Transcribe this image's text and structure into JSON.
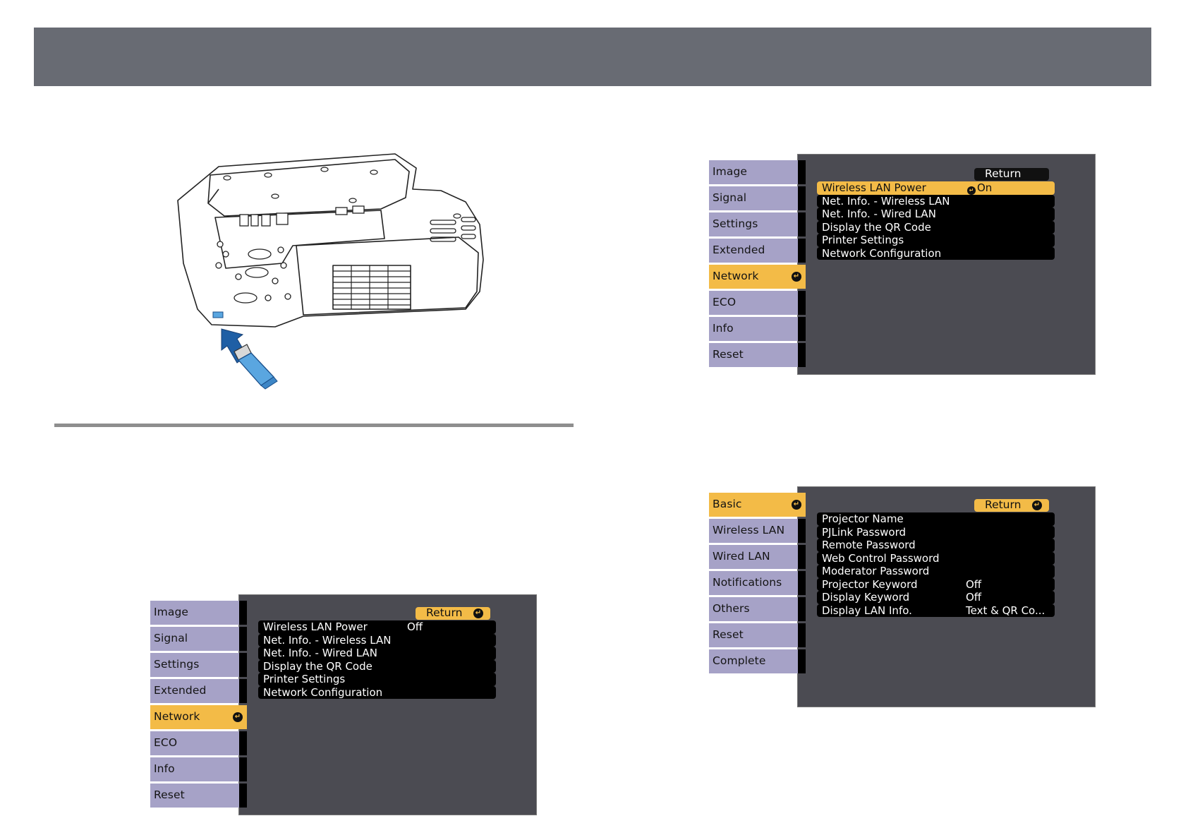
{
  "icons": {
    "enter": "↵"
  },
  "colors": {
    "header": "#686b73",
    "menu_bg": "#4b4b52",
    "tab": "#a6a2c7",
    "tab_active": "#f3bb47",
    "item_bg": "#000000"
  },
  "menus": {
    "network_on": {
      "return_label": "Return",
      "tabs": [
        "Image",
        "Signal",
        "Settings",
        "Extended",
        "Network",
        "ECO",
        "Info",
        "Reset"
      ],
      "active_tab": "Network",
      "items": [
        {
          "label": "Wireless LAN Power",
          "value": "On"
        },
        {
          "label": "Net. Info. - Wireless LAN",
          "value": ""
        },
        {
          "label": "Net. Info. - Wired LAN",
          "value": ""
        },
        {
          "label": "Display the QR Code",
          "value": ""
        },
        {
          "label": "Printer Settings",
          "value": ""
        },
        {
          "label": "Network Configuration",
          "value": ""
        }
      ]
    },
    "network_off": {
      "return_label": "Return",
      "tabs": [
        "Image",
        "Signal",
        "Settings",
        "Extended",
        "Network",
        "ECO",
        "Info",
        "Reset"
      ],
      "active_tab": "Network",
      "items": [
        {
          "label": "Wireless LAN Power",
          "value": "Off"
        },
        {
          "label": "Net. Info. - Wireless LAN",
          "value": ""
        },
        {
          "label": "Net. Info. - Wired LAN",
          "value": ""
        },
        {
          "label": "Display the QR Code",
          "value": ""
        },
        {
          "label": "Printer Settings",
          "value": ""
        },
        {
          "label": "Network Configuration",
          "value": ""
        }
      ]
    },
    "basic": {
      "return_label": "Return",
      "tabs": [
        "Basic",
        "Wireless LAN",
        "Wired LAN",
        "Notifications",
        "Others",
        "Reset",
        "Complete"
      ],
      "active_tab": "Basic",
      "items": [
        {
          "label": "Projector Name",
          "value": ""
        },
        {
          "label": "PJLink Password",
          "value": ""
        },
        {
          "label": "Remote Password",
          "value": ""
        },
        {
          "label": "Web Control Password",
          "value": ""
        },
        {
          "label": "Moderator Password",
          "value": ""
        },
        {
          "label": "Projector Keyword",
          "value": "Off"
        },
        {
          "label": "Display Keyword",
          "value": "Off"
        },
        {
          "label": "Display LAN Info.",
          "value": "Text & QR Co..."
        }
      ]
    }
  }
}
